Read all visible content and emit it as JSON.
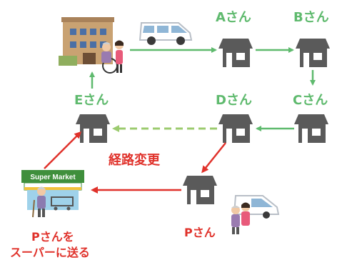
{
  "nodes": {
    "a": "Aさん",
    "b": "Bさん",
    "c": "Cさん",
    "d": "Dさん",
    "e": "Eさん",
    "p": "Pさん"
  },
  "route_change_label": "経路変更",
  "store_sign": "Super Market",
  "caption_line1": "Pさんを",
  "caption_line2": "スーパーに送る",
  "colors": {
    "route": "#5fba6e",
    "dashed_route": "#9ccb6f",
    "detour": "#e0322b",
    "house": "#5a5a5a"
  }
}
